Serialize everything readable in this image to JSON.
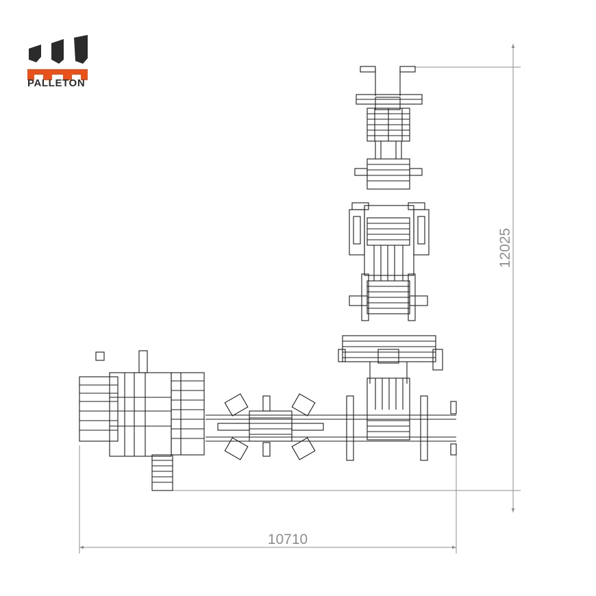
{
  "brand": {
    "name": "PALLETON",
    "logo_dark": "#2b2b2b",
    "logo_accent": "#e8511a"
  },
  "dimensions": {
    "width_label": "10710",
    "height_label": "12025"
  },
  "colors": {
    "line": "#1a1a1a",
    "dimension": "#8e8e8e"
  }
}
